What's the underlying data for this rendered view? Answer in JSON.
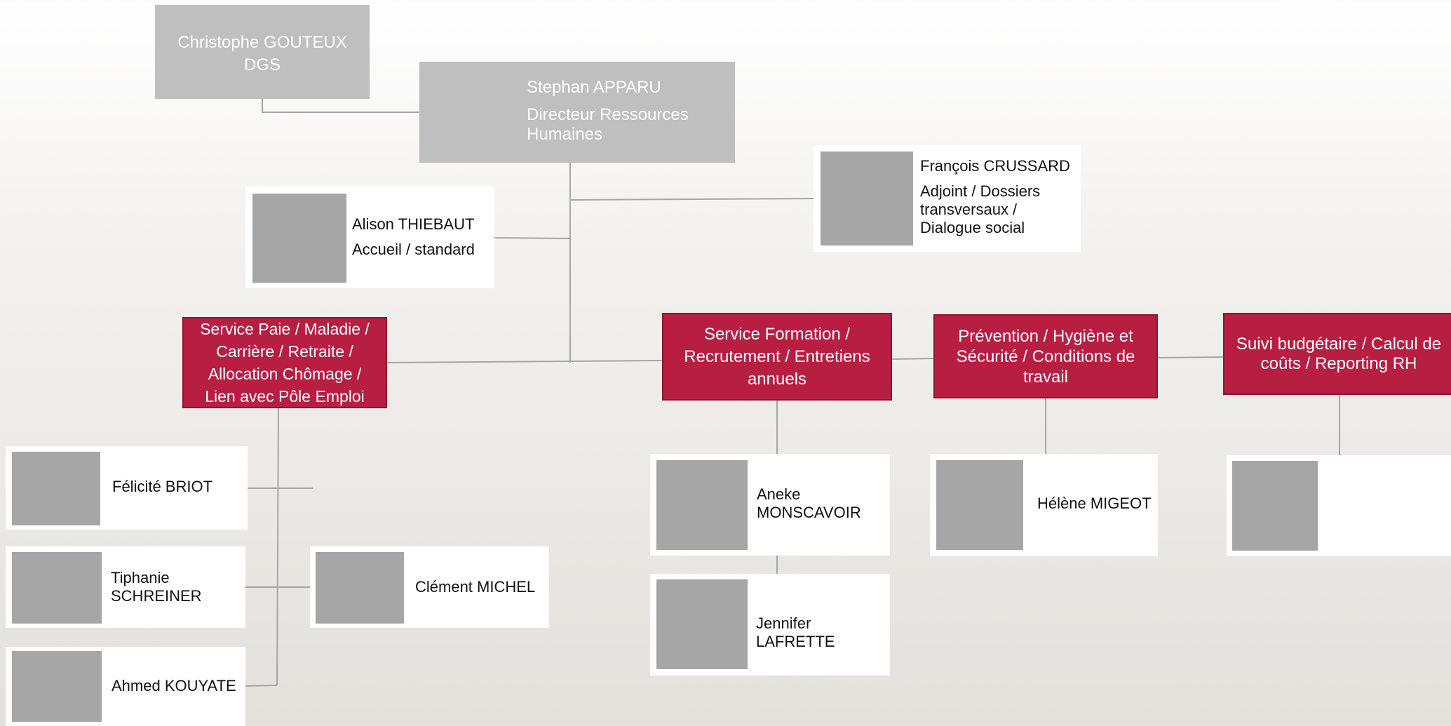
{
  "palette": {
    "accent_red": "#b81e41",
    "leader_gray": "#bfbfbf",
    "photo_placeholder": "#a6a6a6",
    "connector": "#a6a6a6"
  },
  "dgs": {
    "name": "Christophe GOUTEUX",
    "role": "DGS"
  },
  "director": {
    "name": "Stephan APPARU",
    "role": "Directeur Ressources Humaines"
  },
  "assistants": [
    {
      "name": "Alison THIEBAUT",
      "role": "Accueil / standard"
    },
    {
      "name": "François CRUSSARD",
      "role": "Adjoint / Dossiers transversaux / Dialogue social"
    }
  ],
  "services": [
    {
      "label": "Service Paie / Maladie / Carrière / Retraite / Allocation Chômage / Lien avec Pôle Emploi"
    },
    {
      "label": "Service Formation / Recrutement / Entretiens annuels"
    },
    {
      "label": "Prévention / Hygiène et Sécurité / Conditions de travail"
    },
    {
      "label": "Suivi budgétaire / Calcul de coûts / Reporting RH"
    }
  ],
  "staff": {
    "paie": [
      {
        "name": "Félicité BRIOT"
      },
      {
        "name": "Tiphanie SCHREINER"
      },
      {
        "name": "Clément MICHEL"
      },
      {
        "name": "Ahmed KOUYATE"
      }
    ],
    "formation": [
      {
        "name": "Aneke MONSCAVOIR"
      },
      {
        "name": "Jennifer LAFRETTE"
      }
    ],
    "prevention": [
      {
        "name": "Hélène MIGEOT"
      }
    ],
    "budget": [
      {
        "name": ""
      }
    ]
  }
}
